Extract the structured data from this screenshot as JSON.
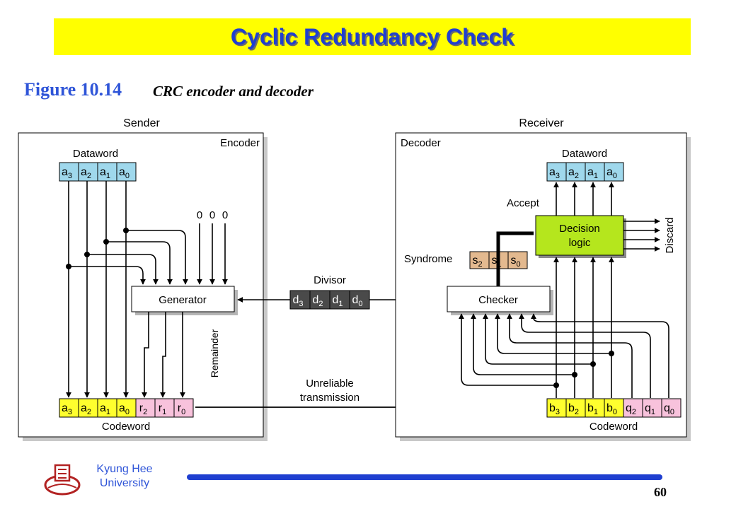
{
  "title": "Cyclic Redundancy Check",
  "figure": {
    "number": "Figure 10.14",
    "caption": "CRC encoder and decoder"
  },
  "sender": {
    "label": "Sender",
    "encoder_label": "Encoder",
    "dataword_label": "Dataword",
    "dataword_cells": [
      "a3",
      "a2",
      "a1",
      "a0"
    ],
    "zeros": [
      "0",
      "0",
      "0"
    ],
    "generator_label": "Generator",
    "remainder_label": "Remainder",
    "codeword_label": "Codeword",
    "codeword_cells": [
      "a3",
      "a2",
      "a1",
      "a0",
      "r2",
      "r1",
      "r0"
    ]
  },
  "channel": {
    "divisor_label": "Divisor",
    "divisor_cells": [
      "d3",
      "d2",
      "d1",
      "d0"
    ],
    "transmission_line1": "Unreliable",
    "transmission_line2": "transmission"
  },
  "receiver": {
    "label": "Receiver",
    "decoder_label": "Decoder",
    "dataword_label": "Dataword",
    "dataword_cells": [
      "a3",
      "a2",
      "a1",
      "a0"
    ],
    "accept_label": "Accept",
    "decision_line1": "Decision",
    "decision_line2": "logic",
    "discard_label": "Discard",
    "syndrome_label": "Syndrome",
    "syndrome_cells": [
      "s2",
      "s1",
      "s0"
    ],
    "checker_label": "Checker",
    "codeword_label": "Codeword",
    "codeword_cells": [
      "b3",
      "b2",
      "b1",
      "b0",
      "q2",
      "q1",
      "q0"
    ]
  },
  "colors": {
    "dataword_fill": "#9fd8ec",
    "codeword_data_fill": "#ffff2e",
    "codeword_check_fill": "#f8c2dc",
    "syndrome_fill": "#e3b98f",
    "divisor_fill": "#4a4a4a",
    "decision_fill": "#b5e61d",
    "title_bar": "#ffff00",
    "title_text": "#1f3fd0"
  },
  "footer": {
    "university_line1": "Kyung Hee",
    "university_line2": "University",
    "page_number": "60"
  },
  "icons": {
    "logo": "kyung-hee-university-logo-icon"
  }
}
